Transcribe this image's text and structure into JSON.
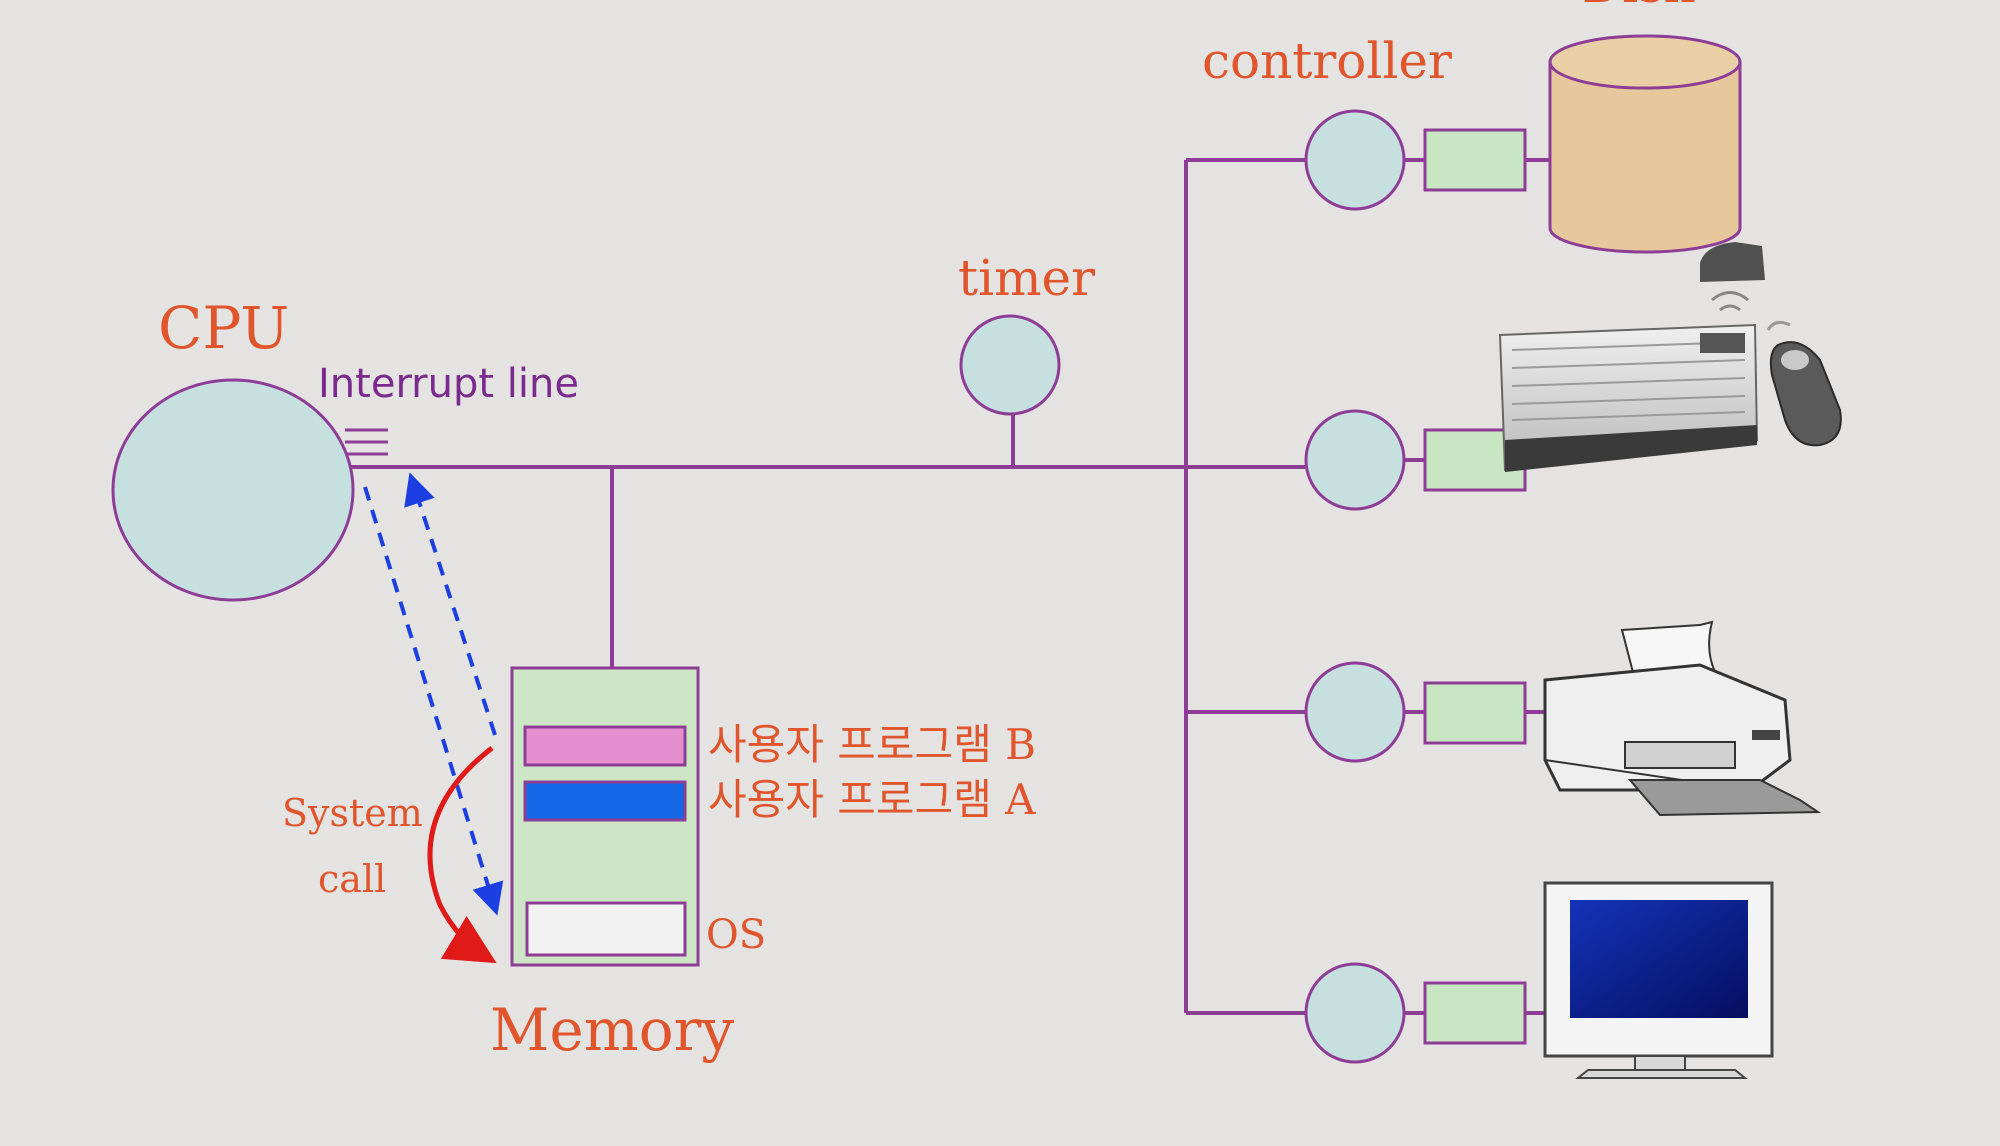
{
  "labels": {
    "cpu": "CPU",
    "interrupt_line": "Interrupt line",
    "timer": "timer",
    "controller": "controller",
    "memory": "Memory",
    "user_program_b": "사용자 프로그램 B",
    "user_program_a": "사용자 프로그램 A",
    "os": "OS",
    "system_call_line1": "System",
    "system_call_line2": "call",
    "disk_partial": "Disk"
  },
  "colors": {
    "background": "#e4e3e1",
    "bus": "#8e3d96",
    "label": "#e0552c",
    "interrupt_label": "#7a2a8c",
    "device_circle_fill": "#c6e0e0",
    "controller_box_fill": "#c9e6c3",
    "memory_fill": "#cde6c6",
    "program_b": "#e58fcf",
    "program_a": "#1268e6",
    "os_block": "#f2f2f2",
    "disk_fill": "#e7c89c",
    "system_call_arrow": "#e01919",
    "interrupt_arrow": "#1b3fe0",
    "monitor_screen": "#0a1a8a"
  },
  "icons": [
    "disk-cylinder-icon",
    "keyboard-icon",
    "mouse-icon",
    "printer-icon",
    "monitor-icon"
  ]
}
